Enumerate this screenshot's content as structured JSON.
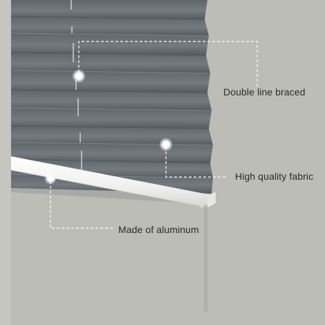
{
  "callouts": {
    "double_line_braced": "Double line braced",
    "high_quality_fabric": "High quality fabric",
    "made_of_aluminum": "Made of aluminum"
  },
  "colors": {
    "background": "#bdbdb8",
    "slat": "#6b7378",
    "slat_shadow": "#565d62",
    "rail": "#f4f4f2",
    "callout_line": "#ffffff"
  }
}
